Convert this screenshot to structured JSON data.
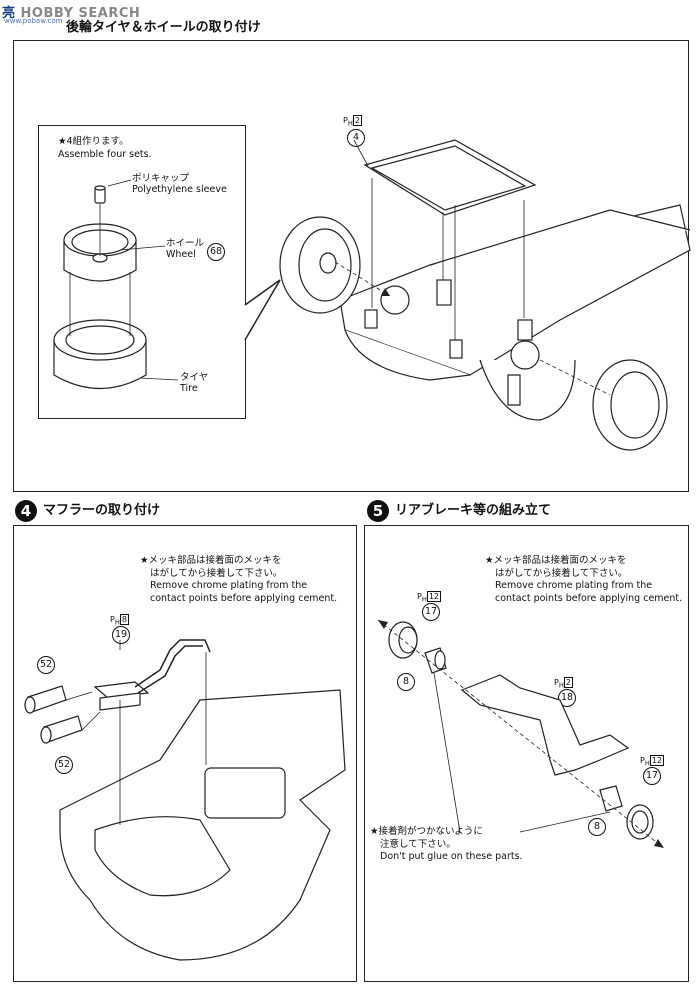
{
  "watermark": {
    "brand": "HOBBY SEARCH",
    "logo_text": "亮",
    "url": "www.pobaw.com"
  },
  "step3": {
    "title_tail": "後輪タイヤ＆ホイールの取り付け",
    "inset": {
      "note_jp": "★4組作ります。",
      "note_en": "Assemble four sets.",
      "sleeve_jp": "ポリキャップ",
      "sleeve_en": "Polyethylene sleeve",
      "wheel_jp": "ホイール",
      "wheel_en": "Wheel",
      "wheel_num": "68",
      "tire_jp": "タイヤ",
      "tire_en": "Tire"
    },
    "ref_tag": "P",
    "ref_sub": "H",
    "ref_num": "2",
    "part_num": "4"
  },
  "step4": {
    "num": "4",
    "title": "マフラーの取り付け",
    "note": [
      "★メッキ部品は接着面のメッキを",
      "はがしてから接着して下さい。",
      "Remove chrome plating from the",
      "contact points before applying cement."
    ],
    "ref_tag": "P",
    "ref_sub": "H",
    "ref_num": "8",
    "part_19": "19",
    "part_52a": "52",
    "part_52b": "52"
  },
  "step5": {
    "num": "5",
    "title": "リアブレーキ等の組み立て",
    "note": [
      "★メッキ部品は接着面のメッキを",
      "はがしてから接着して下さい。",
      "Remove chrome plating from the",
      "contact points before applying cement."
    ],
    "glue_note": [
      "★接着剤がつかないように",
      "注意して下さい。",
      "Don't put glue on these parts."
    ],
    "ref1_num": "12",
    "ref2_num": "2",
    "ref3_num": "12",
    "ref_tag": "P",
    "ref_sub": "H",
    "part_17a": "17",
    "part_17b": "17",
    "part_8a": "8",
    "part_8b": "8",
    "part_18": "18"
  }
}
